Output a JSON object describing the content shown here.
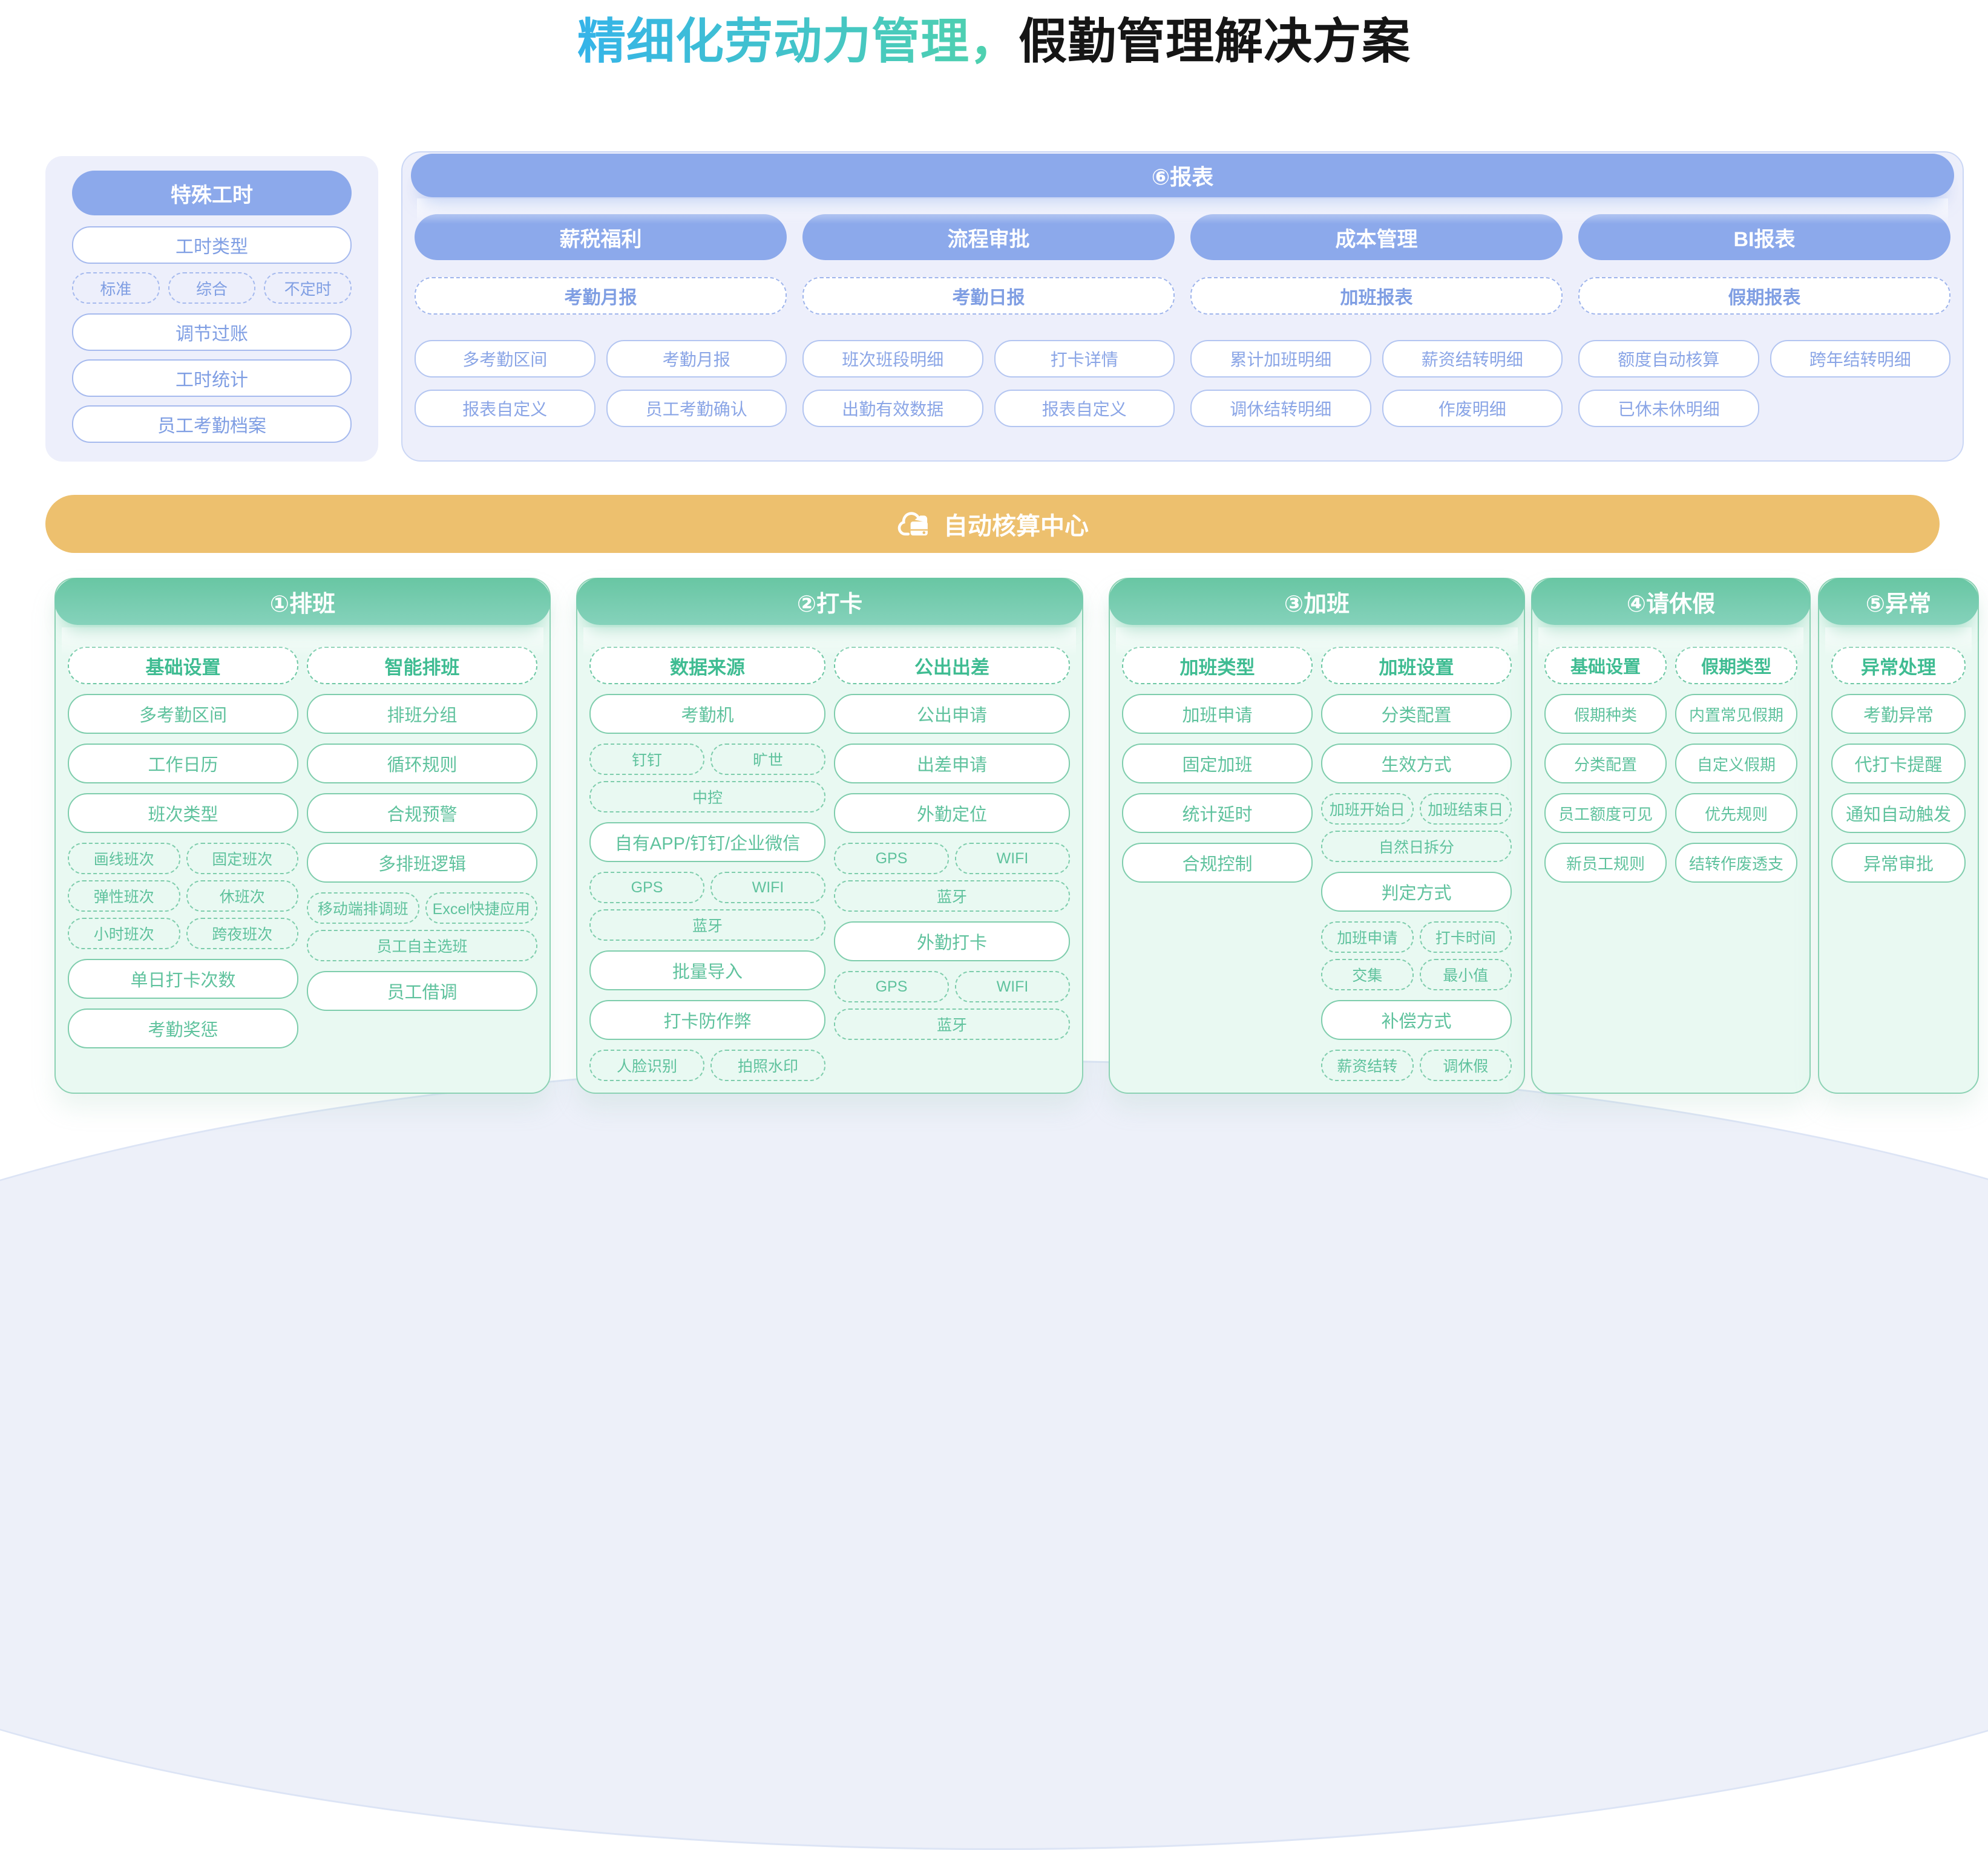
{
  "page": {
    "title_highlight": "精细化劳动力管理，",
    "title_rest": "假勤管理解决方案"
  },
  "colors": {
    "blue": "#8CA9EB",
    "blue_text": "#7F9EE3",
    "lavender_bg": "#EDEFFB",
    "teal": "#74CBAC",
    "teal_text": "#5FC29D",
    "teal_bold_text": "#3FBC92",
    "mint_bg": "#E9F9F2",
    "orange": "#EDC06E",
    "title_gradient_from": "#35B4E9",
    "title_gradient_to": "#4ED0B0"
  },
  "special_panel": {
    "header": "特殊工时",
    "items": [
      {
        "type": "pill",
        "label": "工时类型"
      },
      {
        "type": "tags",
        "labels": [
          "标准",
          "综合",
          "不定时"
        ]
      },
      {
        "type": "pill",
        "label": "调节过账"
      },
      {
        "type": "pill",
        "label": "工时统计"
      },
      {
        "type": "pill",
        "label": "员工考勤档案"
      }
    ]
  },
  "report_panel": {
    "header": "⑥报表",
    "columns": [
      {
        "header": "薪税福利",
        "featured": "考勤月报",
        "rows": [
          [
            "多考勤区间",
            "考勤月报"
          ],
          [
            "报表自定义",
            "员工考勤确认"
          ]
        ]
      },
      {
        "header": "流程审批",
        "featured": "考勤日报",
        "rows": [
          [
            "班次班段明细",
            "打卡详情"
          ],
          [
            "出勤有效数据",
            "报表自定义"
          ]
        ]
      },
      {
        "header": "成本管理",
        "featured": "加班报表",
        "rows": [
          [
            "累计加班明细",
            "薪资结转明细"
          ],
          [
            "调休结转明细",
            "作废明细"
          ]
        ]
      },
      {
        "header": "BI报表",
        "featured": "假期报表",
        "rows": [
          [
            "额度自动核算",
            "跨年结转明细"
          ],
          [
            "已休未休明细"
          ]
        ]
      }
    ]
  },
  "center_bar": {
    "icon": "cloud-server-icon",
    "label": "自动核算中心"
  },
  "process_panels": [
    {
      "header": "①排班",
      "columns": [
        {
          "items": [
            {
              "type": "title",
              "label": "基础设置"
            },
            {
              "type": "pill",
              "label": "多考勤区间"
            },
            {
              "type": "pill",
              "label": "工作日历"
            },
            {
              "type": "pill",
              "label": "班次类型"
            },
            {
              "type": "tags",
              "labels": [
                "画线班次",
                "固定班次",
                "弹性班次",
                "休班次",
                "小时班次",
                "跨夜班次"
              ]
            },
            {
              "type": "pill",
              "label": "单日打卡次数"
            },
            {
              "type": "pill",
              "label": "考勤奖惩"
            }
          ]
        },
        {
          "items": [
            {
              "type": "title",
              "label": "智能排班"
            },
            {
              "type": "pill",
              "label": "排班分组"
            },
            {
              "type": "pill",
              "label": "循环规则"
            },
            {
              "type": "pill",
              "label": "合规预警"
            },
            {
              "type": "pill",
              "label": "多排班逻辑"
            },
            {
              "type": "tags",
              "labels": [
                "移动端排调班",
                "Excel快捷应用",
                "员工自主选班"
              ]
            },
            {
              "type": "pill",
              "label": "员工借调"
            }
          ]
        }
      ]
    },
    {
      "header": "②打卡",
      "columns": [
        {
          "items": [
            {
              "type": "title",
              "label": "数据来源"
            },
            {
              "type": "pill",
              "label": "考勤机"
            },
            {
              "type": "tags",
              "labels": [
                "钉钉",
                "旷世",
                "中控"
              ]
            },
            {
              "type": "pill",
              "label": "自有APP/钉钉/企业微信"
            },
            {
              "type": "tags",
              "labels": [
                "GPS",
                "WIFI",
                "蓝牙"
              ]
            },
            {
              "type": "pill",
              "label": "批量导入"
            },
            {
              "type": "pill",
              "label": "打卡防作弊"
            },
            {
              "type": "tags",
              "labels": [
                "人脸识别",
                "拍照水印"
              ]
            }
          ]
        },
        {
          "items": [
            {
              "type": "title",
              "label": "公出出差"
            },
            {
              "type": "pill",
              "label": "公出申请"
            },
            {
              "type": "pill",
              "label": "出差申请"
            },
            {
              "type": "pill",
              "label": "外勤定位"
            },
            {
              "type": "tags",
              "labels": [
                "GPS",
                "WIFI",
                "蓝牙"
              ]
            },
            {
              "type": "pill",
              "label": "外勤打卡"
            },
            {
              "type": "tags",
              "labels": [
                "GPS",
                "WIFI",
                "蓝牙"
              ]
            }
          ]
        }
      ]
    },
    {
      "header": "③加班",
      "columns": [
        {
          "items": [
            {
              "type": "title",
              "label": "加班类型"
            },
            {
              "type": "pill",
              "label": "加班申请"
            },
            {
              "type": "pill",
              "label": "固定加班"
            },
            {
              "type": "pill",
              "label": "统计延时"
            },
            {
              "type": "pill",
              "label": "合规控制"
            }
          ]
        },
        {
          "items": [
            {
              "type": "title",
              "label": "加班设置"
            },
            {
              "type": "pill",
              "label": "分类配置"
            },
            {
              "type": "pill",
              "label": "生效方式"
            },
            {
              "type": "tags",
              "labels": [
                "加班开始日",
                "加班结束日",
                "自然日拆分"
              ]
            },
            {
              "type": "pill",
              "label": "判定方式"
            },
            {
              "type": "tags",
              "labels": [
                "加班申请",
                "打卡时间",
                "交集",
                "最小值"
              ]
            },
            {
              "type": "pill",
              "label": "补偿方式"
            },
            {
              "type": "tags",
              "labels": [
                "薪资结转",
                "调休假"
              ]
            }
          ]
        }
      ]
    },
    {
      "header": "④请休假",
      "columns": [
        {
          "items": [
            {
              "type": "title",
              "label": "基础设置"
            },
            {
              "type": "pill",
              "label": "假期种类"
            },
            {
              "type": "pill",
              "label": "分类配置"
            },
            {
              "type": "pill",
              "label": "员工额度可见"
            },
            {
              "type": "pill",
              "label": "新员工规则"
            }
          ]
        },
        {
          "items": [
            {
              "type": "title",
              "label": "假期类型"
            },
            {
              "type": "pill",
              "label": "内置常见假期"
            },
            {
              "type": "pill",
              "label": "自定义假期"
            },
            {
              "type": "pill",
              "label": "优先规则"
            },
            {
              "type": "pill",
              "label": "结转作废透支"
            }
          ]
        }
      ]
    },
    {
      "header": "⑤异常",
      "columns": [
        {
          "items": [
            {
              "type": "title",
              "label": "异常处理"
            },
            {
              "type": "pill",
              "label": "考勤异常"
            },
            {
              "type": "pill",
              "label": "代打卡提醒"
            },
            {
              "type": "pill",
              "label": "通知自动触发"
            },
            {
              "type": "pill",
              "label": "异常审批"
            }
          ]
        }
      ]
    }
  ]
}
